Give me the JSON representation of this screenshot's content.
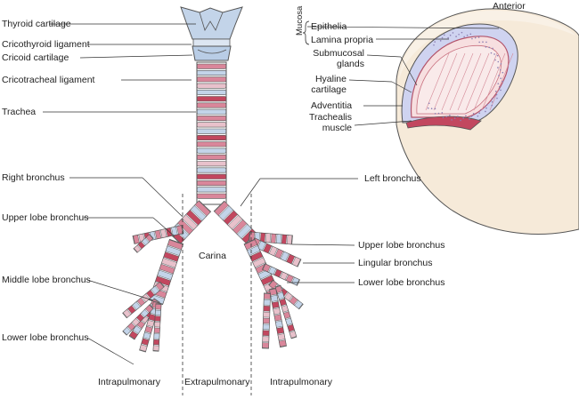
{
  "trachea_labels": {
    "thyroid_cartilage": "Thyroid cartilage",
    "cricothyroid_ligament": "Cricothyroid ligament",
    "cricoid_cartilage": "Cricoid cartilage",
    "cricotracheal_ligament": "Cricotracheal ligament",
    "trachea": "Trachea",
    "right_bronchus": "Right bronchus",
    "left_bronchus": "Left bronchus",
    "right_upper_lobe_bronchus": "Upper lobe bronchus",
    "left_upper_lobe_bronchus": "Upper lobe bronchus",
    "lingular_bronchus": "Lingular bronchus",
    "left_lower_lobe_bronchus": "Lower lobe bronchus",
    "middle_lobe_bronchus": "Middle lobe bronchus",
    "right_lower_lobe_bronchus": "Lower lobe bronchus",
    "carina": "Carina"
  },
  "regions": {
    "left_intrapulmonary": "Intrapulmonary",
    "extrapulmonary": "Extrapulmonary",
    "right_intrapulmonary": "Intrapulmonary"
  },
  "cross_section": {
    "anterior": "Anterior",
    "mucosa": "Mucosa",
    "epithelia": "Epithelia",
    "lamina_propria": "Lamina propria",
    "submucosal_glands": "Submucosal\nglands",
    "hyaline_cartilage": "Hyaline\ncartilage",
    "adventitia": "Adventitia",
    "trachealis_muscle": "Trachealis\nmuscle"
  },
  "colors": {
    "ring_blue": "#c3d4e9",
    "ring_pink": "#d9869a",
    "ring_red": "#c2475f",
    "outline": "#555555",
    "tissue": "#f6ead9",
    "lumen": "#f7dfe0",
    "epithelium": "#cfd3f0"
  }
}
